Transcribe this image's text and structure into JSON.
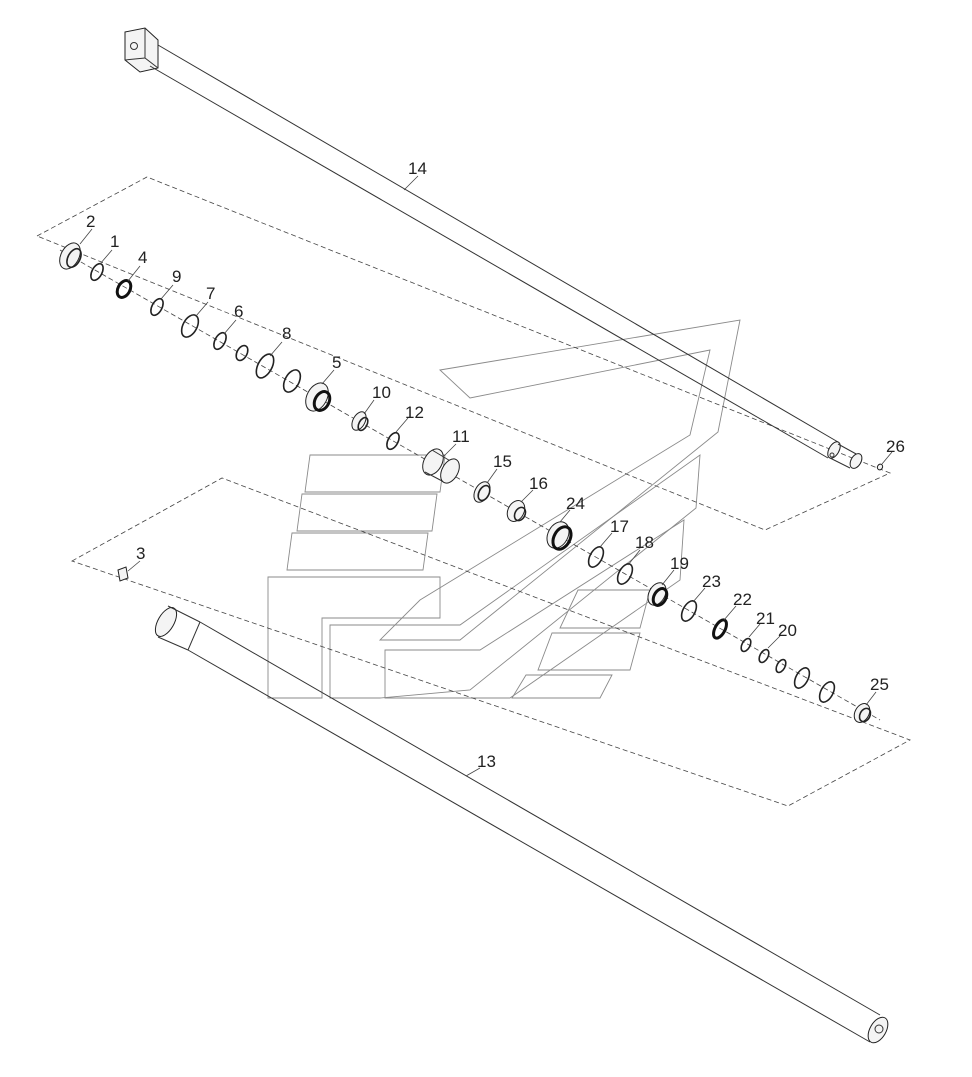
{
  "callouts": [
    {
      "num": "1"
    },
    {
      "num": "2"
    },
    {
      "num": "3"
    },
    {
      "num": "4"
    },
    {
      "num": "5"
    },
    {
      "num": "6"
    },
    {
      "num": "7"
    },
    {
      "num": "8"
    },
    {
      "num": "9"
    },
    {
      "num": "10"
    },
    {
      "num": "11"
    },
    {
      "num": "12"
    },
    {
      "num": "13"
    },
    {
      "num": "14"
    },
    {
      "num": "15"
    },
    {
      "num": "16"
    },
    {
      "num": "17"
    },
    {
      "num": "18"
    },
    {
      "num": "19"
    },
    {
      "num": "20"
    },
    {
      "num": "21"
    },
    {
      "num": "22"
    },
    {
      "num": "23"
    },
    {
      "num": "24"
    },
    {
      "num": "25"
    },
    {
      "num": "26"
    }
  ]
}
